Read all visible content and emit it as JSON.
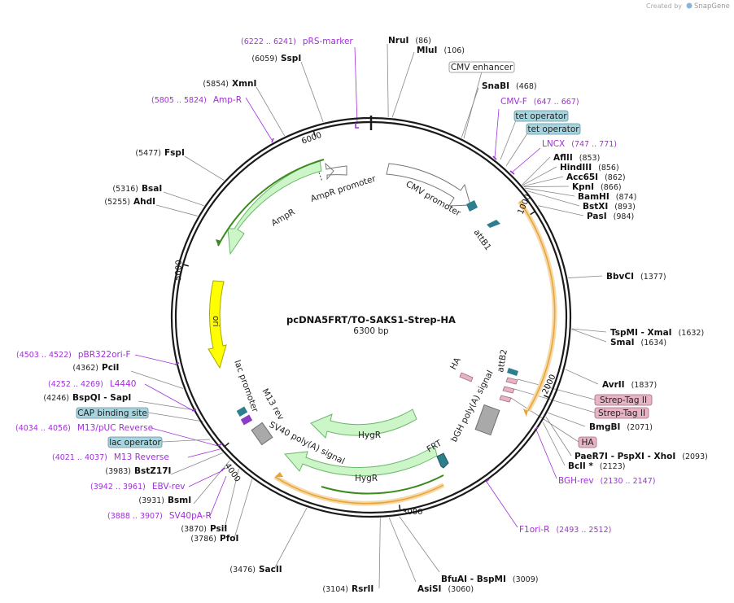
{
  "watermark": {
    "prefix": "Created by",
    "brand": "SnapGene"
  },
  "plasmid": {
    "name": "pcDNA5FRT/TO-SAKS1-Strep-HA",
    "size": "6300 bp",
    "length": 6300
  },
  "ticks": [
    "1000",
    "2000",
    "3000",
    "4000",
    "5000",
    "6000"
  ],
  "enzymes": [
    {
      "name": "NruI",
      "pos": "(86)",
      "site": 86
    },
    {
      "name": "MluI",
      "pos": "(106)",
      "site": 106
    },
    {
      "name": "SnaBI",
      "pos": "(468)",
      "site": 468
    },
    {
      "name": "AflII",
      "pos": "(853)",
      "site": 853
    },
    {
      "name": "HindIII",
      "pos": "(856)",
      "site": 856
    },
    {
      "name": "Acc65I",
      "pos": "(862)",
      "site": 862
    },
    {
      "name": "KpnI",
      "pos": "(866)",
      "site": 866
    },
    {
      "name": "BamHI",
      "pos": "(874)",
      "site": 874
    },
    {
      "name": "BstXI",
      "pos": "(893)",
      "site": 893
    },
    {
      "name": "PasI",
      "pos": "(984)",
      "site": 984
    },
    {
      "name": "BbvCI",
      "pos": "(1377)",
      "site": 1377
    },
    {
      "name": "TspMI - XmaI",
      "pos": "(1632)",
      "site": 1632
    },
    {
      "name": "SmaI",
      "pos": "(1634)",
      "site": 1634
    },
    {
      "name": "AvrII",
      "pos": "(1837)",
      "site": 1837
    },
    {
      "name": "BmgBI",
      "pos": "(2071)",
      "site": 2071
    },
    {
      "name": "PaeR7I - PspXI - XhoI",
      "pos": "(2093)",
      "site": 2093
    },
    {
      "name": "BclI *",
      "pos": "(2123)",
      "site": 2123
    },
    {
      "name": "BfuAI - BspMI",
      "pos": "(3009)",
      "site": 3009
    },
    {
      "name": "AsiSI",
      "pos": "(3060)",
      "site": 3060
    },
    {
      "name": "RsrII",
      "pos": "(3104)",
      "site": 3104
    },
    {
      "name": "SacII",
      "pos": "(3476)",
      "site": 3476
    },
    {
      "name": "PfoI",
      "pos": "(3786)",
      "site": 3786
    },
    {
      "name": "PsiI",
      "pos": "(3870)",
      "site": 3870
    },
    {
      "name": "BsmI",
      "pos": "(3931)",
      "site": 3931
    },
    {
      "name": "BstZ17I",
      "pos": "(3983)",
      "site": 3983
    },
    {
      "name": "BspQI - SapI",
      "pos": "(4246)",
      "site": 4246
    },
    {
      "name": "PciI",
      "pos": "(4362)",
      "site": 4362
    },
    {
      "name": "AhdI",
      "pos": "(5255)",
      "site": 5255
    },
    {
      "name": "BsaI",
      "pos": "(5316)",
      "site": 5316
    },
    {
      "name": "FspI",
      "pos": "(5477)",
      "site": 5477
    },
    {
      "name": "XmnI",
      "pos": "(5854)",
      "site": 5854
    },
    {
      "name": "SspI",
      "pos": "(6059)",
      "site": 6059
    }
  ],
  "primers": [
    {
      "name": "pRS-marker",
      "range": "(6222 .. 6241)"
    },
    {
      "name": "Amp-R",
      "range": "(5805 .. 5824)"
    },
    {
      "name": "CMV-F",
      "range": "(647 .. 667)"
    },
    {
      "name": "LNCX",
      "range": "(747 .. 771)"
    },
    {
      "name": "pBR322ori-F",
      "range": "(4503 .. 4522)"
    },
    {
      "name": "L4440",
      "range": "(4252 .. 4269)"
    },
    {
      "name": "M13/pUC Reverse",
      "range": "(4034 .. 4056)"
    },
    {
      "name": "M13 Reverse",
      "range": "(4021 .. 4037)"
    },
    {
      "name": "EBV-rev",
      "range": "(3942 .. 3961)"
    },
    {
      "name": "SV40pA-R",
      "range": "(3888 .. 3907)"
    },
    {
      "name": "BGH-rev",
      "range": "(2130 .. 2147)"
    },
    {
      "name": "F1ori-R",
      "range": "(2493 .. 2512)"
    }
  ],
  "boxed_features": [
    {
      "name": "CMV enhancer"
    },
    {
      "name": "tet operator"
    },
    {
      "name": "tet operator"
    },
    {
      "name": "Strep-Tag II"
    },
    {
      "name": "Strep-Tag II"
    },
    {
      "name": "HA"
    },
    {
      "name": "CAP binding site"
    },
    {
      "name": "lac operator"
    }
  ],
  "map_features": {
    "cmv_promoter": "CMV promoter",
    "attb1": "attB1",
    "attb2": "attB2",
    "ampr_promoter": "AmpR promoter",
    "ampr": "AmpR",
    "ori": "ori",
    "lac_promoter": "lac promoter",
    "m13_rev": "M13 rev",
    "sv40": "SV40 poly(A) signal",
    "hygr1": "HygR",
    "hygr2": "HygR",
    "frt": "FRT",
    "bgh": "bGH poly(A) signal",
    "ha": "HA"
  },
  "colors": {
    "backbone": "#1a1a1a",
    "primer": "#a030d8",
    "cds_fill": "#ccf6c8",
    "cds_stroke": "#6bb86b",
    "ori_fill": "#ffff00",
    "orf_orange": "#f0a830",
    "orf_green": "#3b8a1e",
    "teal": "#2e7f8e",
    "tag_pink": "#e8b4c4",
    "gray_feature": "#a9a9a9",
    "blue_box": "#a6d4df"
  }
}
